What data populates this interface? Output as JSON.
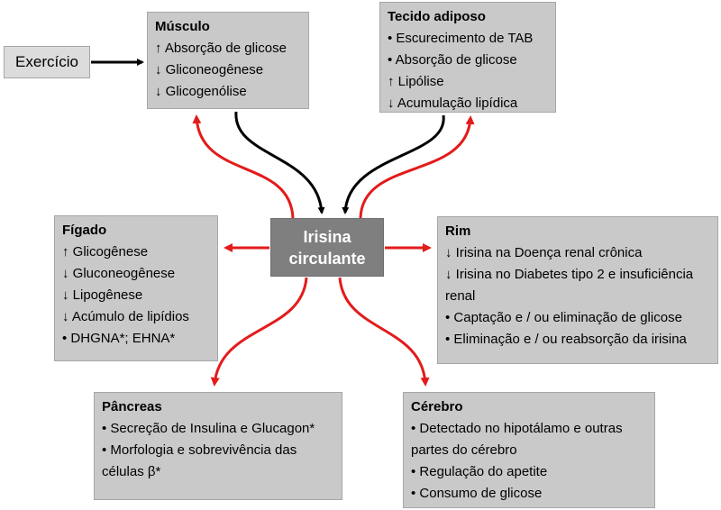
{
  "exercise": {
    "label": "Exercício"
  },
  "center": {
    "line1": "Irisina",
    "line2": "circulante"
  },
  "muscle": {
    "title": "Músculo",
    "items": [
      "↑ Absorção de glicose",
      "↓ Gliconeogênese",
      "↓ Glicogenólise"
    ]
  },
  "adipose": {
    "title": "Tecido adiposo",
    "items": [
      "• Escurecimento de TAB",
      "• Absorção de glicose",
      "↑ Lipólise",
      "↓ Acumulação lipídica"
    ]
  },
  "liver": {
    "title": "Fígado",
    "items": [
      "↑ Glicogênese",
      "↓ Gluconeogênese",
      "↓ Lipogênese",
      "↓ Acúmulo de lipídios",
      "• DHGNA*; EHNA*"
    ]
  },
  "kidney": {
    "title": "Rim",
    "items": [
      "↓ Irisina na Doença renal crônica",
      "↓ Irisina no Diabetes tipo 2 e insuficiência renal",
      "• Captação e / ou eliminação de glicose",
      "• Eliminação e / ou reabsorção da irisina"
    ]
  },
  "pancreas": {
    "title": "Pâncreas",
    "items": [
      "• Secreção de Insulina e Glucagon*",
      "• Morfologia e sobrevivência das células β*"
    ]
  },
  "brain": {
    "title": "Cérebro",
    "items": [
      "• Detectado no hipotálamo e outras partes do cérebro",
      "• Regulação do apetite",
      "• Consumo de glicose"
    ]
  },
  "colors": {
    "red_arrow": "#e31b1b",
    "black_arrow": "#000000",
    "box_fill": "#c9c9c9",
    "center_fill": "#7f7f7f"
  }
}
